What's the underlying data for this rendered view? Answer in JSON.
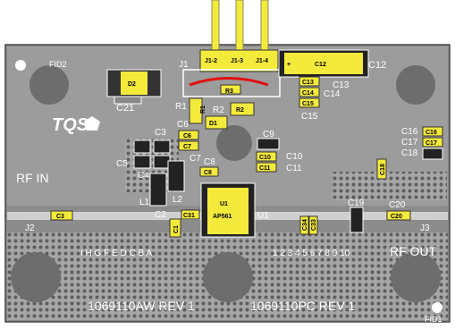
{
  "board": {
    "logo": "TQS",
    "fiducials": {
      "fid1": "FID1",
      "fid2": "FID2"
    },
    "connectors": {
      "j1": "J1",
      "j2": "J2",
      "j3": "J3"
    },
    "pins": {
      "p1": "J1-2",
      "p2": "J1-3",
      "p3": "J1-4"
    },
    "ports": {
      "rf_in": "RF  IN",
      "rf_out": "RF  OUT"
    },
    "part_numbers": {
      "left": "1069110AW  REV  1",
      "right": "1069110PC  REV  1"
    },
    "rows": {
      "left": "I  H G F E D C B A",
      "right": "1 2 3 4 5 6 7 8 9 10"
    }
  },
  "components": {
    "u1": {
      "ref": "U1",
      "part": "AP561",
      "label_outside": "U1"
    },
    "d2": "D2",
    "d1": "D1",
    "r1": "R1",
    "r2": "R2",
    "r3": "R3",
    "c1": "C1",
    "c2": "C2",
    "c3": "C3",
    "c4": "C4",
    "c5": "C5",
    "c6": "C6",
    "c7": "C7",
    "c8": "C8",
    "c9": "C9",
    "c10": "C10",
    "c11": "C11",
    "c12": "C12",
    "c13": "C13",
    "c14": "C14",
    "c15": "C15",
    "c16": "C16",
    "c17": "C17",
    "c18": "C18",
    "c19": "C19",
    "c20": "C20",
    "c21": "C21",
    "c31": "C31",
    "c33": "C33",
    "c34": "C34",
    "l1": "L1",
    "l2": "L2",
    "plus": "+"
  },
  "colors": {
    "board": "#8c8c8c",
    "copper": "#b4b4b4",
    "pad": "#f4ea3c",
    "trace": "#d0d0d0",
    "wire": "#e01010",
    "hole": "#6d6d6d"
  }
}
